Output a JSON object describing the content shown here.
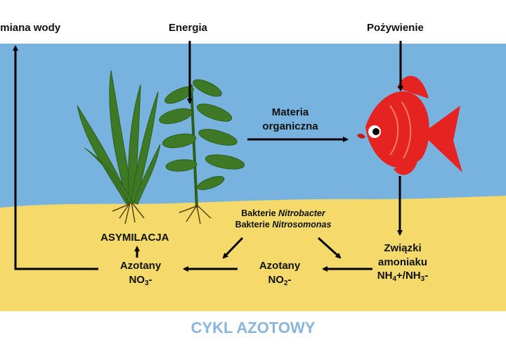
{
  "title": "CYKL AZOTOWY",
  "colors": {
    "water": "#78b3e0",
    "sand": "#f3da6a",
    "plant": "#3e7a25",
    "fish": "#e52421",
    "title": "#8ab4dc"
  },
  "labels": {
    "water_change": "Wymiana wody",
    "energy": "Energia",
    "food": "Pożywienie",
    "organic_1": "Materia",
    "organic_2": "organiczna",
    "bacteria_prefix": "Bakterie",
    "nitrobacter": "Nitrobacter",
    "nitrosomonas": "Nitrosomonas",
    "assimilation": "ASYMILACJA",
    "nitrates": "Azotany",
    "nitrate_formula": "NO",
    "nitrate_sub": "3",
    "nitrate_tail": "-",
    "nitrites": "Azotany",
    "nitrite_formula": "NO",
    "nitrite_sub": "2",
    "nitrite_tail": "-",
    "ammonia_1": "Związki",
    "ammonia_2": "amoniaku",
    "ammonia_nh": "NH",
    "ammonia_sub1": "4",
    "ammonia_mid": "+/NH",
    "ammonia_sub2": "3",
    "ammonia_tail": "-"
  }
}
